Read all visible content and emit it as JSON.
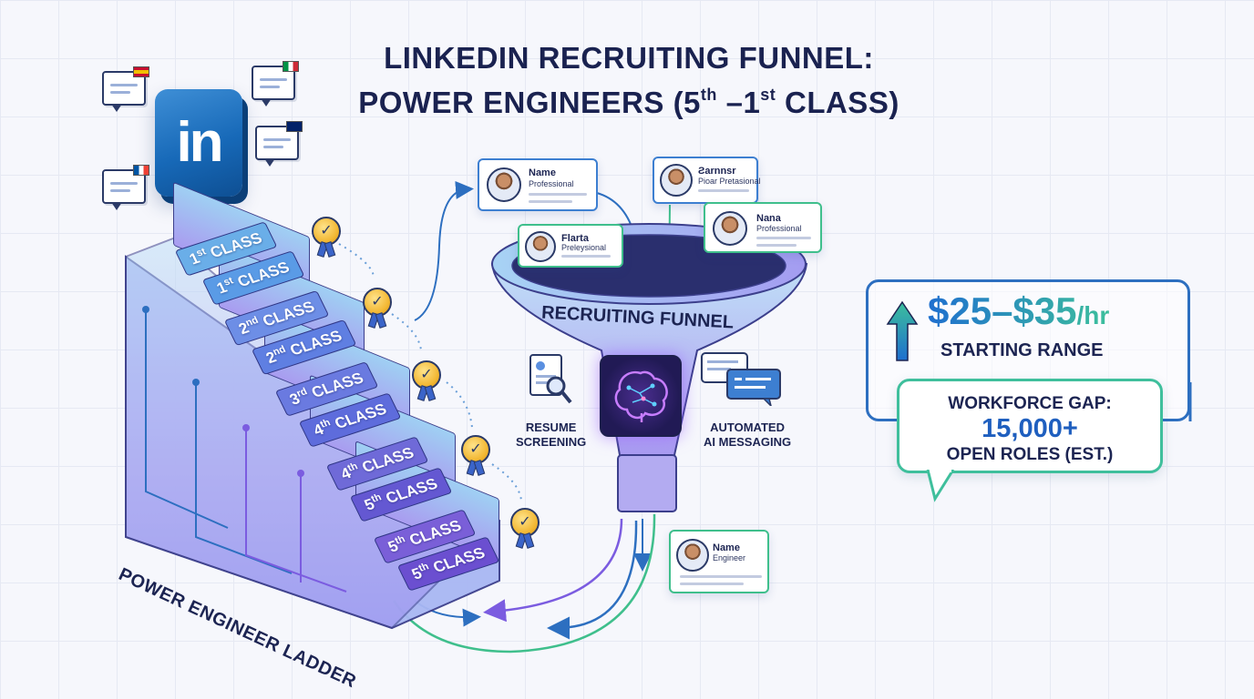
{
  "title": {
    "line1": "LINKEDIN RECRUITING FUNNEL:",
    "line2_prefix": "POWER ENGINEERS (5",
    "line2_sup1": "th",
    "line2_mid": " –1",
    "line2_sup2": "st",
    "line2_suffix": " CLASS)"
  },
  "linkedin": {
    "logo_text": "in"
  },
  "ladder": {
    "title": "POWER ENGINEER LADDER",
    "steps": [
      {
        "num": "1",
        "sup": "st",
        "rest": " CLASS"
      },
      {
        "num": "1",
        "sup": "st",
        "rest": " CLASS"
      },
      {
        "num": "2",
        "sup": "nd",
        "rest": " CLASS"
      },
      {
        "num": "2",
        "sup": "nd",
        "rest": " CLASS"
      },
      {
        "num": "3",
        "sup": "rd",
        "rest": " CLASS"
      },
      {
        "num": "4",
        "sup": "th",
        "rest": " CLASS"
      },
      {
        "num": "4",
        "sup": "th",
        "rest": " CLASS"
      },
      {
        "num": "5",
        "sup": "th",
        "rest": " CLASS"
      },
      {
        "num": "5",
        "sup": "th",
        "rest": " CLASS"
      },
      {
        "num": "5",
        "sup": "th",
        "rest": " CLASS"
      }
    ],
    "badge_icon": "check-badge-icon"
  },
  "cards": {
    "c1": {
      "name": "Name",
      "role": "Professional"
    },
    "c2": {
      "name": "Ƨarnnsr",
      "role": "Pioar Pretasional"
    },
    "c3": {
      "name": "Flarta",
      "role": "Preleysional"
    },
    "c4": {
      "name": "Nana",
      "role": "Professional"
    },
    "c5": {
      "name": "Name",
      "role": "Engineer"
    }
  },
  "funnel": {
    "label": "RECRUITING FUNNEL",
    "resume": {
      "line1": "RESUME",
      "line2": "SCREENING",
      "icon": "resume-search-icon"
    },
    "ai_icon": "ai-brain-icon",
    "messaging": {
      "line1": "AUTOMATED",
      "line2": "AI MESSAGING",
      "icon": "chat-bubbles-icon"
    }
  },
  "stats": {
    "salary": "$25–$35",
    "salary_unit": "/hr",
    "salary_caption": "STARTING RANGE",
    "gap_line1": "WORKFORCE GAP:",
    "gap_value": "15,000+",
    "gap_line3": "OPEN ROLES (EST.)",
    "arrow_icon": "up-arrow-icon"
  },
  "colors": {
    "primary_blue": "#1f6fcf",
    "accent_green": "#3cbf9c",
    "navy": "#1c2452",
    "purple": "#7b5ce0"
  }
}
